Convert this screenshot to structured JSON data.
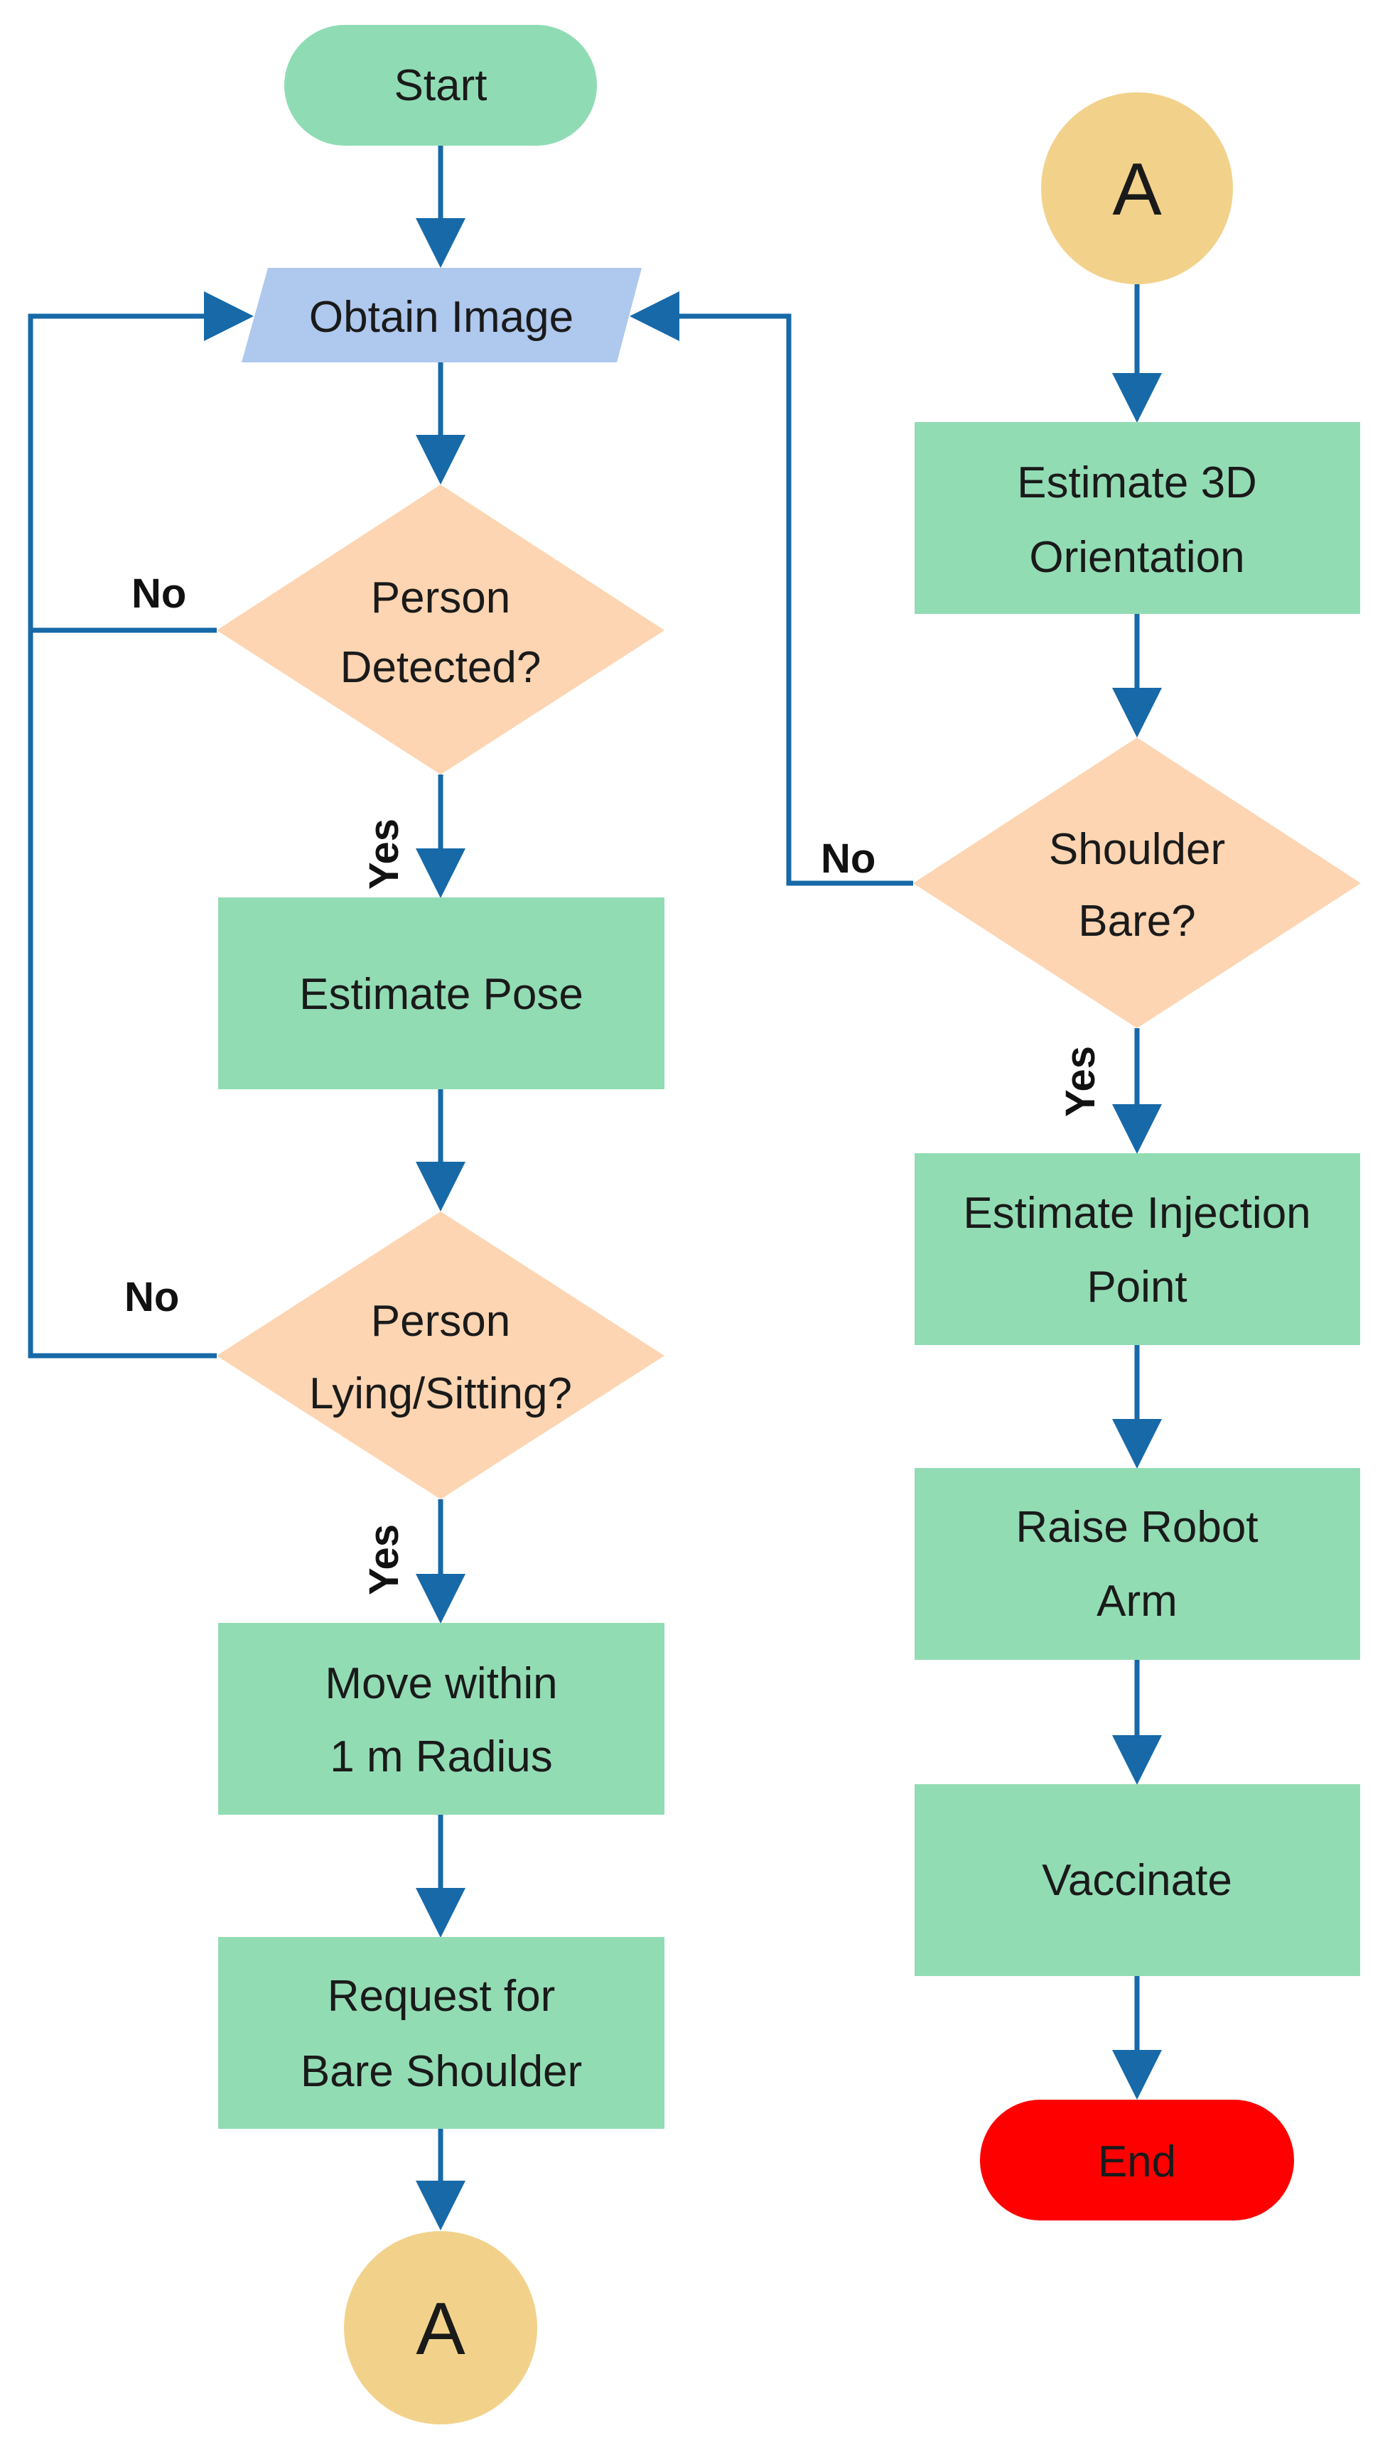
{
  "colors": {
    "terminal_start": "#8fdcb4",
    "terminal_end": "#ff0000",
    "process": "#92dcb4",
    "io": "#aec8ee",
    "decision": "#fdd5b2",
    "connector": "#f2d28b",
    "arrow": "#1769a8"
  },
  "nodes": {
    "start": "Start",
    "obtain_image": "Obtain Image",
    "person_detected": [
      "Person",
      "Detected?"
    ],
    "estimate_pose": "Estimate Pose",
    "person_lying_sitting": [
      "Person",
      "Lying/Sitting?"
    ],
    "move_within": [
      "Move within",
      "1 m Radius"
    ],
    "request_bare_shoulder": [
      "Request for",
      "Bare Shoulder"
    ],
    "connector_bottom": "A",
    "connector_top": "A",
    "estimate_3d_orientation": [
      "Estimate 3D",
      "Orientation"
    ],
    "shoulder_bare": [
      "Shoulder",
      "Bare?"
    ],
    "estimate_injection_point": [
      "Estimate Injection",
      "Point"
    ],
    "raise_robot_arm": [
      "Raise Robot",
      "Arm"
    ],
    "vaccinate": "Vaccinate",
    "end": "End"
  },
  "edge_labels": {
    "no": "No",
    "yes": "Yes"
  }
}
